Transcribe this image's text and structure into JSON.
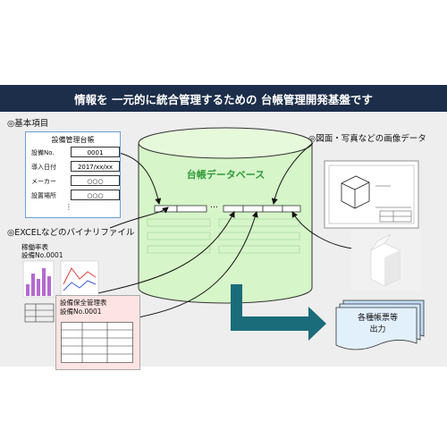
{
  "banner": {
    "title": "情報を 一元的に統合管理するための 台帳管理開発基盤です"
  },
  "basic_items": {
    "label": "◎基本項目",
    "card_title": "設備管理台帳",
    "rows": [
      {
        "label": "設備No.",
        "value": "0001"
      },
      {
        "label": "導入日付",
        "value": "2017/xx/xx"
      },
      {
        "label": "メーカー",
        "value": "○○○"
      },
      {
        "label": "設置場所",
        "value": "○○○"
      }
    ],
    "more": "⋮"
  },
  "excel": {
    "label": "◎EXCELなどのバイナリファイル",
    "sheet1_title": "稼働率表",
    "sheet1_sub": "設備No.0001",
    "sheet2_title": "設備保全管理表",
    "sheet2_sub": "設備No.0001"
  },
  "images": {
    "label": "◎図面・写真などの画像データ"
  },
  "database": {
    "title": "台帳データベース",
    "ellipsis": "…"
  },
  "output": {
    "line1": "各種帳票等",
    "line2": "出力"
  },
  "colors": {
    "banner": "#1c2e4a",
    "db_fill": "#d6f5c8",
    "db_title": "#2e9a3a",
    "arrow": "#1a6c7a"
  }
}
